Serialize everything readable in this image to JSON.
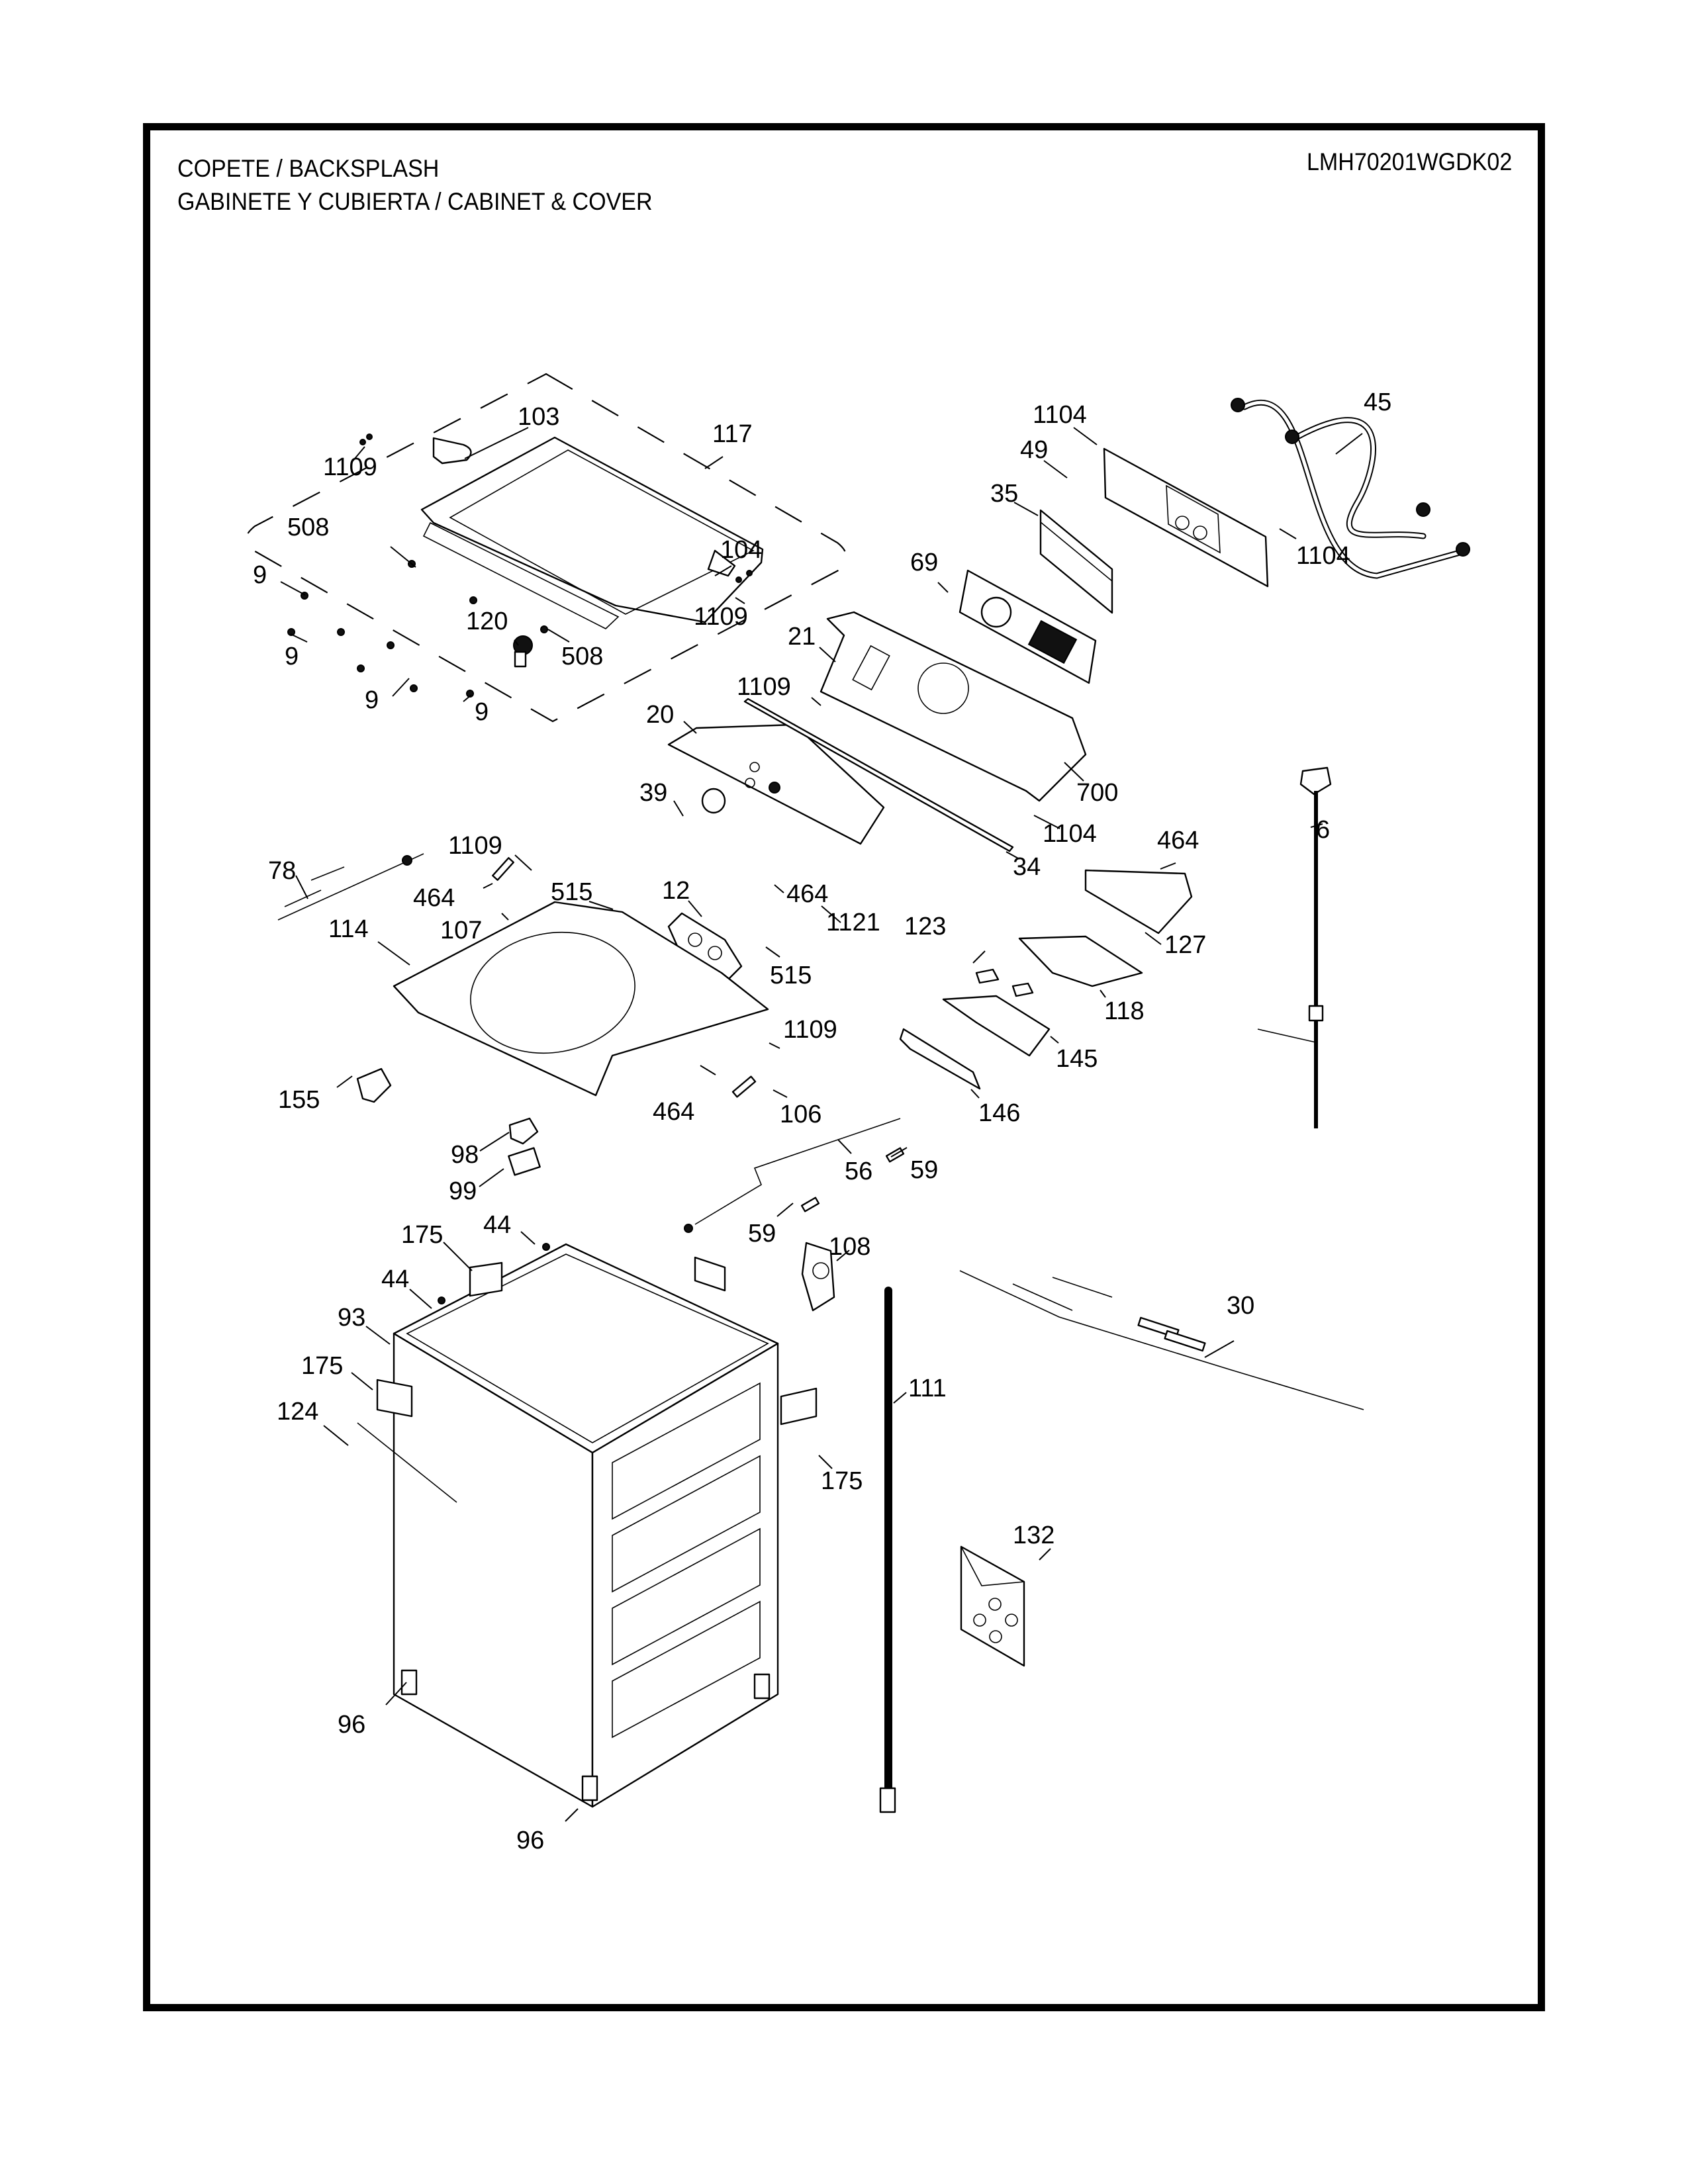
{
  "header": {
    "title_line1": "COPETE / BACKSPLASH",
    "title_line2": "GABINETE Y CUBIERTA / CABINET & COVER",
    "model_number": "LMH70201WGDK02"
  },
  "diagram": {
    "type": "exploded-parts-view",
    "callouts": [
      {
        "id": "c103",
        "label": "103",
        "part": "hinge-left"
      },
      {
        "id": "c117",
        "label": "117",
        "part": "top-cover-assembly"
      },
      {
        "id": "c1109a",
        "label": "1109",
        "part": "screw"
      },
      {
        "id": "c508a",
        "label": "508",
        "part": "screw"
      },
      {
        "id": "c104",
        "label": "104",
        "part": "hinge-right"
      },
      {
        "id": "c9a",
        "label": "9",
        "part": "bumper"
      },
      {
        "id": "c1109b",
        "label": "1109",
        "part": "screw"
      },
      {
        "id": "c120",
        "label": "120",
        "part": "lid-lock"
      },
      {
        "id": "c508b",
        "label": "508",
        "part": "screw"
      },
      {
        "id": "c9b",
        "label": "9",
        "part": "bumper"
      },
      {
        "id": "c9c",
        "label": "9",
        "part": "bumper"
      },
      {
        "id": "c9d",
        "label": "9",
        "part": "bumper"
      },
      {
        "id": "c1104a",
        "label": "1104",
        "part": "screw"
      },
      {
        "id": "c49",
        "label": "49",
        "part": "rear-cover"
      },
      {
        "id": "c45",
        "label": "45",
        "part": "inlet-hoses"
      },
      {
        "id": "c35",
        "label": "35",
        "part": "label"
      },
      {
        "id": "c1104b",
        "label": "1104",
        "part": "screw"
      },
      {
        "id": "c69",
        "label": "69",
        "part": "pcb-assembly"
      },
      {
        "id": "c21",
        "label": "21",
        "part": "control-panel-housing"
      },
      {
        "id": "c1109c",
        "label": "1109",
        "part": "screw"
      },
      {
        "id": "c20",
        "label": "20",
        "part": "control-panel-deco"
      },
      {
        "id": "c700",
        "label": "700",
        "part": "screw"
      },
      {
        "id": "c39",
        "label": "39",
        "part": "knob"
      },
      {
        "id": "c1104c",
        "label": "1104",
        "part": "screw"
      },
      {
        "id": "c34",
        "label": "34",
        "part": "trim-strip"
      },
      {
        "id": "c1109d",
        "label": "1109",
        "part": "screw"
      },
      {
        "id": "c515a",
        "label": "515",
        "part": "screw"
      },
      {
        "id": "c12",
        "label": "12",
        "part": "inlet-valve"
      },
      {
        "id": "c464a",
        "label": "464",
        "part": "screw"
      },
      {
        "id": "c464b",
        "label": "464",
        "part": "screw"
      },
      {
        "id": "c78",
        "label": "78",
        "part": "wire-harness"
      },
      {
        "id": "c107",
        "label": "107",
        "part": "connector"
      },
      {
        "id": "c464c",
        "label": "464",
        "part": "screw"
      },
      {
        "id": "c6",
        "label": "6",
        "part": "power-cord"
      },
      {
        "id": "c127",
        "label": "127",
        "part": "dispenser-housing"
      },
      {
        "id": "c123",
        "label": "123",
        "part": "siphon-cap"
      },
      {
        "id": "c1121",
        "label": "1121",
        "part": "screw"
      },
      {
        "id": "c515b",
        "label": "515",
        "part": "screw"
      },
      {
        "id": "c114",
        "label": "114",
        "part": "top-plate"
      },
      {
        "id": "c118",
        "label": "118",
        "part": "dispenser-drawer"
      },
      {
        "id": "c1109e",
        "label": "1109",
        "part": "screw"
      },
      {
        "id": "c145",
        "label": "145",
        "part": "drawer"
      },
      {
        "id": "c155",
        "label": "155",
        "part": "handle"
      },
      {
        "id": "c464d",
        "label": "464",
        "part": "screw"
      },
      {
        "id": "c106",
        "label": "106",
        "part": "connector"
      },
      {
        "id": "c146",
        "label": "146",
        "part": "drawer-panel"
      },
      {
        "id": "c98",
        "label": "98",
        "part": "cover"
      },
      {
        "id": "c56",
        "label": "56",
        "part": "harness"
      },
      {
        "id": "c59a",
        "label": "59",
        "part": "clip"
      },
      {
        "id": "c99",
        "label": "99",
        "part": "switch"
      },
      {
        "id": "c175a",
        "label": "175",
        "part": "label"
      },
      {
        "id": "c44a",
        "label": "44",
        "part": "clip"
      },
      {
        "id": "c59b",
        "label": "59",
        "part": "clip"
      },
      {
        "id": "c108",
        "label": "108",
        "part": "bracket"
      },
      {
        "id": "c44b",
        "label": "44",
        "part": "clip"
      },
      {
        "id": "c30",
        "label": "30",
        "part": "main-harness"
      },
      {
        "id": "c93",
        "label": "93",
        "part": "cabinet"
      },
      {
        "id": "c175b",
        "label": "175",
        "part": "label"
      },
      {
        "id": "c111",
        "label": "111",
        "part": "drain-hose"
      },
      {
        "id": "c124",
        "label": "124",
        "part": "strip"
      },
      {
        "id": "c175c",
        "label": "175",
        "part": "label"
      },
      {
        "id": "c132",
        "label": "132",
        "part": "accessory-kit"
      },
      {
        "id": "c96a",
        "label": "96",
        "part": "leveling-foot"
      },
      {
        "id": "c96b",
        "label": "96",
        "part": "leveling-foot"
      }
    ]
  }
}
